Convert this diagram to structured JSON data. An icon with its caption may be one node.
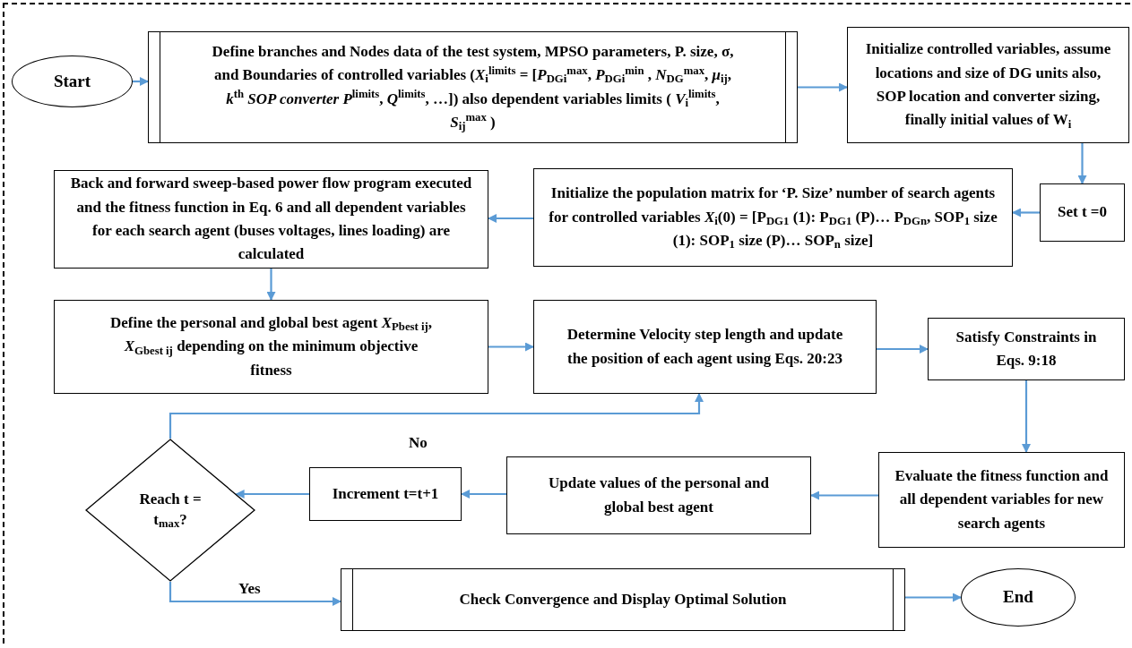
{
  "diagram": {
    "nodes": [
      {
        "text": [
          "Start"
        ]
      },
      {
        "text": [
          "Define branches and Nodes data of the test system, MPSO parameters, P. size, σ, and Boundaries of controlled variables (*X*$_{i}$$^{limits}$ = [*P*$_{DGi}$$^{max}$, *P*$_{DGi}$$^{min}$ , *N*$_{DG}$$^{max}$, *μ*$_{ij}$, *k*$^{th}$ *SOP converter P*$^{limits}$, *Q*$^{limits}$, …]) also dependent variables limits ( *V*$_{i}$$^{limits}$, *S*$_{ij}$$^{max}$ )"
        ]
      },
      {
        "text": [
          "Initialize controlled variables, assume locations and size of DG units also, SOP location and converter sizing, finally initial values of W$_{i}$"
        ]
      },
      {
        "text": [
          "Set t =0"
        ]
      },
      {
        "text": [
          "Initialize the population matrix for ‘P. Size’ number of search agents for controlled variables *X*$_{i}$(0) = [P$_{DG1}$ (1): P$_{DG1}$ (P)… P$_{DGn}$, SOP$_{1}$ size (1): SOP$_{1}$ size (P)… SOP$_{n}$ size]"
        ]
      },
      {
        "text": [
          "Back and forward sweep-based power flow program executed and the fitness function in Eq. 6 and all dependent variables for each search agent (buses voltages, lines loading) are calculated"
        ]
      },
      {
        "text": [
          "Define the personal and global best agent *X*$_{Pbest ij}$, *X*$_{Gbest ij}$ depending on the minimum objective fitness"
        ]
      },
      {
        "text": [
          "Determine Velocity step length and update the position of each agent using Eqs. 20:23"
        ]
      },
      {
        "text": [
          "Satisfy Constraints in Eqs. 9:18"
        ]
      },
      {
        "text": [
          "Evaluate the fitness function and all dependent variables for new search agents"
        ]
      },
      {
        "text": [
          "Update values of the personal and global best agent"
        ]
      },
      {
        "text": [
          "Increment t=t+1"
        ]
      },
      {
        "text": [
          "Reach t = t$_{max}$?"
        ]
      },
      {
        "text": [
          "Check Convergence and Display Optimal Solution"
        ]
      },
      {
        "text": [
          "End"
        ]
      }
    ],
    "edges": [
      {
        "from": 0,
        "to": 1,
        "arrow": "to"
      },
      {
        "from": 1,
        "to": 2,
        "arrow": "to"
      },
      {
        "from": 2,
        "to": 3,
        "arrow": "to"
      },
      {
        "from": 3,
        "to": 4,
        "arrow": "to"
      },
      {
        "from": 4,
        "to": 5,
        "arrow": "to"
      },
      {
        "from": 5,
        "to": 6,
        "arrow": "to"
      },
      {
        "from": 6,
        "to": 7,
        "arrow": "to"
      },
      {
        "from": 7,
        "to": 8,
        "arrow": "to"
      },
      {
        "from": 8,
        "to": 9,
        "arrow": "to"
      },
      {
        "from": 9,
        "to": 10,
        "arrow": "to"
      },
      {
        "from": 10,
        "to": 11,
        "arrow": "to"
      },
      {
        "from": 11,
        "to": 12,
        "arrow": "to"
      },
      {
        "from": 12,
        "to": 7,
        "arrow": "to",
        "label": "No"
      },
      {
        "from": 12,
        "to": 13,
        "arrow": "to",
        "label": "Yes"
      },
      {
        "from": 13,
        "to": 14,
        "arrow": "to"
      }
    ]
  }
}
